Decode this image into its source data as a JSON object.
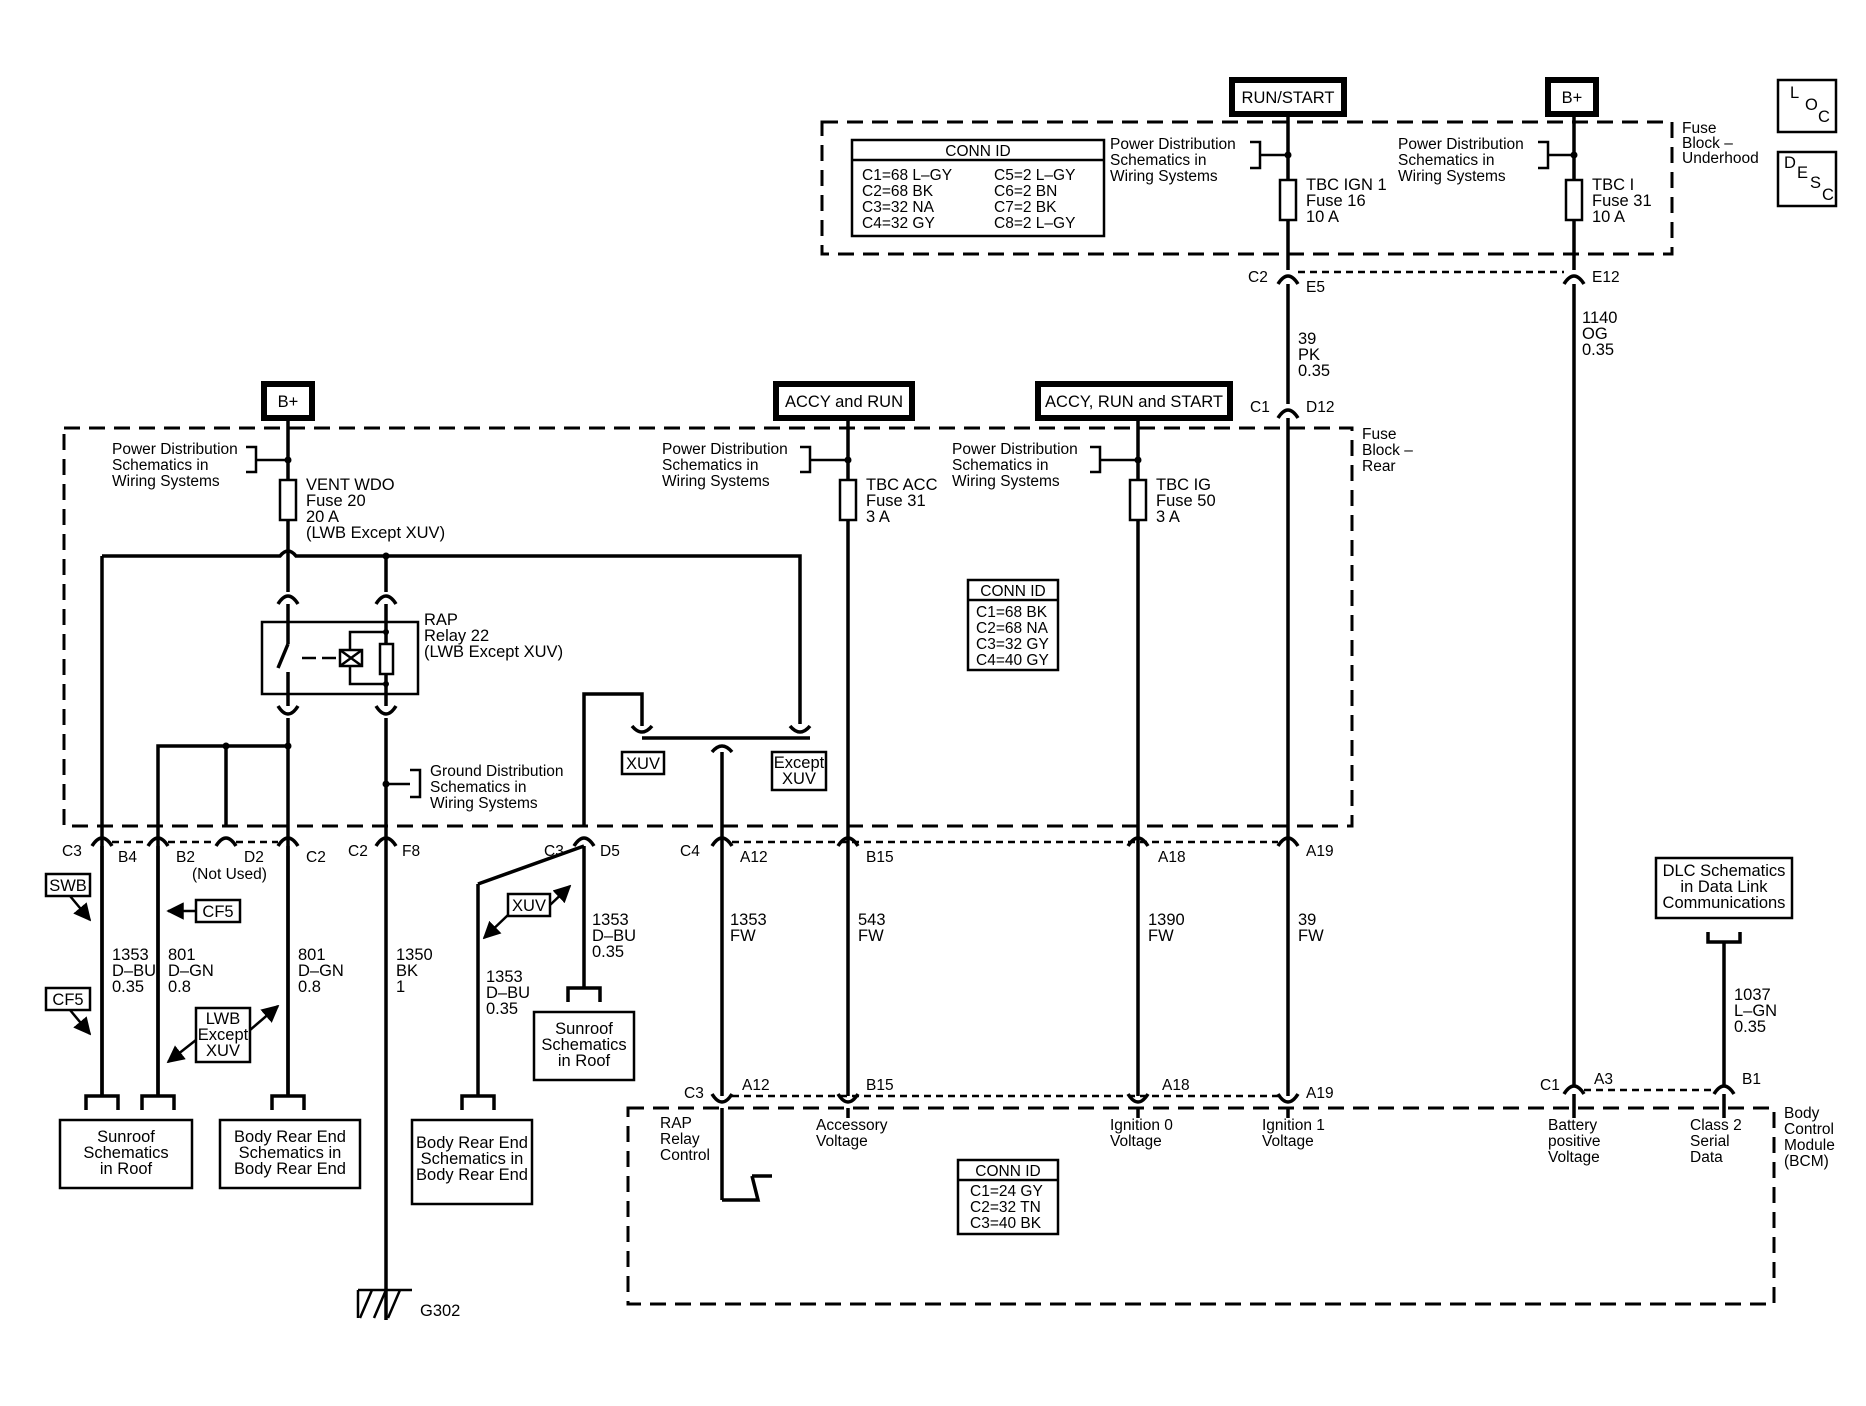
{
  "headers": {
    "run_start": "RUN/START",
    "bplus_top": "B+",
    "bplus_left": "B+",
    "accy_run": "ACCY and RUN",
    "accy_run_start": "ACCY, RUN and START"
  },
  "loc_icon": [
    "L",
    "O",
    "C"
  ],
  "desc_icon": [
    "D",
    "E",
    "S",
    "C"
  ],
  "fuse_block_underhood": {
    "label": [
      "Fuse",
      "Block –",
      "Underhood"
    ],
    "conn_id": {
      "title": "CONN ID",
      "left": [
        "C1=68 L–GY",
        "C2=68 BK",
        "C3=32 NA",
        "C4=32 GY"
      ],
      "right": [
        "C5=2 L–GY",
        "C6=2 BN",
        "C7=2 BK",
        "C8=2 L–GY"
      ]
    },
    "pd_ref_1": [
      "Power Distribution",
      "Schematics in",
      "Wiring Systems"
    ],
    "pd_ref_2": [
      "Power Distribution",
      "Schematics in",
      "Wiring Systems"
    ],
    "fuse_ign1": [
      "TBC IGN 1",
      "Fuse 16",
      "10 A"
    ],
    "fuse_tbci": [
      "TBC I",
      "Fuse 31",
      "10 A"
    ],
    "pin_c2": "C2",
    "pin_e5": "E5",
    "pin_e12": "E12"
  },
  "wire_39_pk": [
    "39",
    "PK",
    "0.35"
  ],
  "wire_1140": [
    "1140",
    "OG",
    "0.35"
  ],
  "pin_c1_top": "C1",
  "pin_d12": "D12",
  "fuse_block_rear": {
    "label": [
      "Fuse",
      "Block –",
      "Rear"
    ],
    "pd_ref_left": [
      "Power Distribution",
      "Schematics in",
      "Wiring Systems"
    ],
    "pd_ref_acc": [
      "Power Distribution",
      "Schematics in",
      "Wiring Systems"
    ],
    "pd_ref_ig": [
      "Power Distribution",
      "Schematics in",
      "Wiring Systems"
    ],
    "fuse_vent": [
      "VENT WDO",
      "Fuse 20",
      "20 A",
      "(LWB Except XUV)"
    ],
    "fuse_acc": [
      "TBC ACC",
      "Fuse 31",
      "3 A"
    ],
    "fuse_ig": [
      "TBC IG",
      "Fuse 50",
      "3 A"
    ],
    "relay": [
      "RAP",
      "Relay 22",
      "(LWB Except XUV)"
    ],
    "conn_id": {
      "title": "CONN ID",
      "rows": [
        "C1=68 BK",
        "C2=68 NA",
        "C3=32 GY",
        "C4=40 GY"
      ]
    },
    "ground_ref": [
      "Ground Distribution",
      "Schematics in",
      "Wiring Systems"
    ],
    "xuv": "XUV",
    "except_xuv": [
      "Except",
      "XUV"
    ]
  },
  "pins_rear": {
    "c3": "C3",
    "b4": "B4",
    "b2": "B2",
    "d2": "D2",
    "not_used": "(Not Used)",
    "c2a": "C2",
    "c2b": "C2",
    "f8": "F8",
    "c3b": "C3",
    "d5": "D5",
    "c4": "C4",
    "a12": "A12",
    "b15": "B15",
    "a18": "A18",
    "a19": "A19"
  },
  "wires_mid": {
    "w1353_dbu": [
      "1353",
      "D–BU",
      "0.35"
    ],
    "w801_a": [
      "801",
      "D–GN",
      "0.8"
    ],
    "w801_b": [
      "801",
      "D–GN",
      "0.8"
    ],
    "w1350": [
      "1350",
      "BK",
      "1"
    ],
    "w1353_d5": [
      "1353",
      "D–BU",
      "0.35"
    ],
    "w1353_xuv": [
      "1353",
      "D–BU",
      "0.35"
    ],
    "w1353_fw": [
      "1353",
      "FW"
    ],
    "w543_fw": [
      "543",
      "FW"
    ],
    "w1390_fw": [
      "1390",
      "FW"
    ],
    "w39_fw": [
      "39",
      "FW"
    ],
    "w1037": [
      "1037",
      "L–GN",
      "0.35"
    ]
  },
  "tags": {
    "swb": "SWB",
    "cf5_a": "CF5",
    "cf5_b": "CF5",
    "xuv_mid": "XUV",
    "lwb_except": [
      "LWB",
      "Except",
      "XUV"
    ]
  },
  "ref_boxes": {
    "sunroof_roof": [
      "Sunroof",
      "Schematics",
      "in Roof"
    ],
    "body_rear_1": [
      "Body Rear End",
      "Schematics in",
      "Body Rear End"
    ],
    "body_rear_2": [
      "Body Rear End",
      "Schematics in",
      "Body Rear End"
    ],
    "sunroof_roof_2": [
      "Sunroof",
      "Schematics",
      "in Roof"
    ],
    "dlc": [
      "DLC Schematics",
      "in Data Link",
      "Communications"
    ]
  },
  "ground_g302": "G302",
  "bcm": {
    "label": [
      "Body",
      "Control",
      "Module",
      "(BCM)"
    ],
    "pins": {
      "c3": "C3",
      "a12": "A12",
      "b15": "B15",
      "a18": "A18",
      "a19": "A19",
      "c1": "C1",
      "a3": "A3",
      "b1": "B1"
    },
    "inputs": {
      "rap": [
        "RAP",
        "Relay",
        "Control"
      ],
      "acc": [
        "Accessory",
        "Voltage"
      ],
      "ign0": [
        "Ignition 0",
        "Voltage"
      ],
      "ign1": [
        "Ignition 1",
        "Voltage"
      ],
      "batt": [
        "Battery",
        "positive",
        "Voltage"
      ],
      "class2": [
        "Class 2",
        "Serial",
        "Data"
      ]
    },
    "conn_id": {
      "title": "CONN ID",
      "rows": [
        "C1=24 GY",
        "C2=32 TN",
        "C3=40 BK"
      ]
    }
  }
}
